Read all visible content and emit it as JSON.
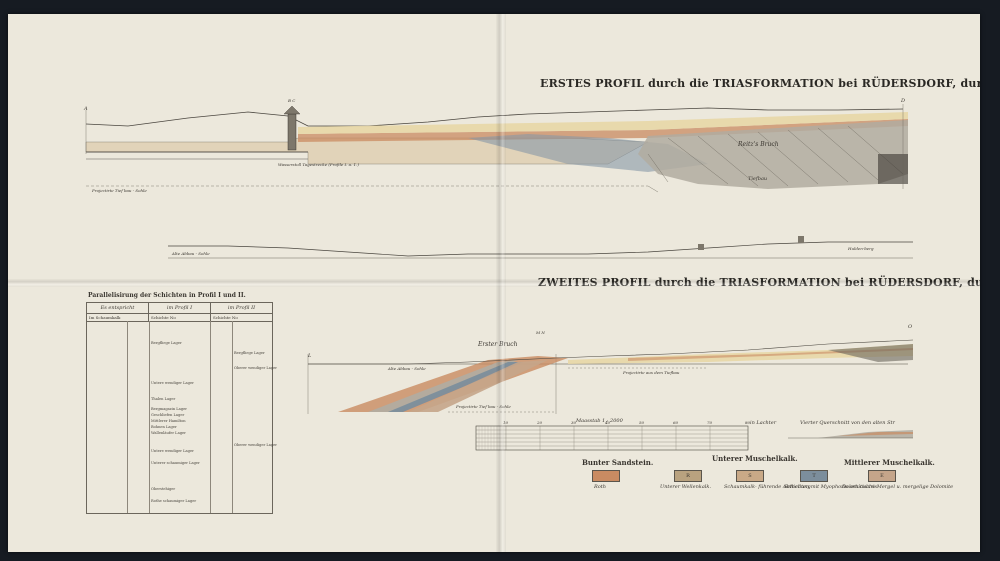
{
  "profile1": {
    "title": "ERSTES PROFIL durch die TRIASFORMATION bei RÜDERSDORF, durch das west",
    "point_left": "A",
    "point_right": "D",
    "point_mid": "B C",
    "labels": {
      "tiefbau_sohle": "Projectirte Tief bau - Sohle",
      "wasserstoll": "Wasserstoll Tagestrecke (Profile I. a. 1.)",
      "reitz_bruch": "Reitz's Bruch",
      "tiefbau": "Tiefbau"
    }
  },
  "profile2": {
    "title": "ZWEITES PROFIL durch die TRIASFORMATION bei RÜDERSDORF, durch das öst",
    "point_left": "L",
    "point_mid": "M N",
    "point_right": "O",
    "labels": {
      "alte_abbau": "Alte Abbau - Sohle",
      "erste_bruch": "Erster Bruch",
      "tiefbau_sohle": "Projectirte Tief bau - Sohle",
      "bruchbau": "Projectirte aus dem Tiefbau"
    }
  },
  "middle_strip": {
    "label_left": "Alte Abbau - Sohle",
    "label_right": "Hulden-berg"
  },
  "table": {
    "title": "Parallelisirung der Schichten in Profil I und II.",
    "headers": [
      "Es entspricht",
      "im Profil I",
      "im Profil II"
    ],
    "subheaders": [
      "Im Schaumkalk",
      "Schichte No",
      "Schichte No"
    ],
    "rows": [
      "Bergfliege Lager",
      "Bergfliege Lager",
      "Oberer wendiger Lager",
      "Untere wendiger Lager",
      "Thalen Lager",
      "Bergmagazin Lager",
      "Geschliefen Lager",
      "Mittlerer Hamilton",
      "Bohnen Lager",
      "Wallenläufer Lager",
      "Oberer wendiger Lager",
      "Untere wendiger Lager",
      "Unterer schaumiger Lager",
      "Oberstehiger",
      "Rothe schaumiger Lager"
    ]
  },
  "scale": {
    "title": "Maasstab 1 : 2000",
    "unit": "in Lachter",
    "ticks": [
      "10",
      "20",
      "30",
      "40",
      "50",
      "60",
      "70",
      "80"
    ]
  },
  "legend": {
    "groups": [
      "Bunter Sandstein.",
      "Unterer Muschelkalk.",
      "Mittlerer Muschelkalk."
    ],
    "items": [
      {
        "code": "",
        "label": "Roth",
        "color": "#c98b62"
      },
      {
        "code": "R",
        "label": "Unterer Wellenkalk.",
        "color": "#b9a27f"
      },
      {
        "code": "S",
        "label": "Schaumkalk- führende Abtheilung",
        "color": "#c9a987"
      },
      {
        "code": "T",
        "label": "Schichten mit Myophoria orbicularis",
        "color": "#7c8e9c"
      },
      {
        "code": "E",
        "label": "Dolomitische Mergel u. mergelige Dolomite",
        "color": "#c5a58a"
      }
    ],
    "vertical_section": "Vierter Querschnitt von den alten Str"
  },
  "colors": {
    "paper": "#ece8dc",
    "bunter": "#c98b62",
    "wellenkalk": "#b9a27f",
    "schaumkalk": "#d9c3a0",
    "orbicularis": "#7c8e9c",
    "dolomit": "#c5a58a"
  }
}
